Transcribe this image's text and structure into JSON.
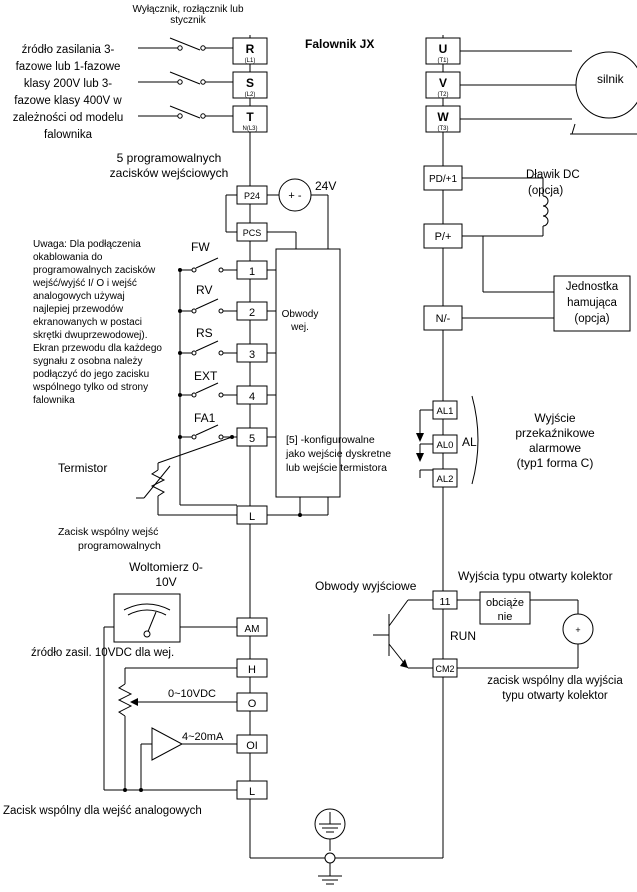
{
  "top_label": [
    "Wyłącznik, rozłącznik lub",
    "stycznik"
  ],
  "inverter_title": "Falownik JX",
  "power_source": [
    "źródło zasilania 3-",
    "fazowe lub 1-fazowe",
    "klasy 200V lub 3-",
    "fazowe klasy 400V w",
    "zależności od modelu",
    "falownika"
  ],
  "power_terminals": [
    {
      "main": "R",
      "sub": "(L1)"
    },
    {
      "main": "S",
      "sub": "(L2)"
    },
    {
      "main": "T",
      "sub": "N(L3)"
    }
  ],
  "output_terminals": [
    {
      "main": "U",
      "sub": "(T1)"
    },
    {
      "main": "V",
      "sub": "(T2)"
    },
    {
      "main": "W",
      "sub": "(T3)"
    }
  ],
  "motor": "silnik",
  "prog_inputs_label": [
    "5 programowalnych",
    "zacisków wejściowych"
  ],
  "supply_24v": "24V",
  "pm": "+ -",
  "p24": "P24",
  "pcs": "PCS",
  "input_terminals": [
    "1",
    "2",
    "3",
    "4",
    "5"
  ],
  "switch_labels": [
    "FW",
    "RV",
    "RS",
    "EXT",
    "FA1"
  ],
  "input_circuits": [
    "Obwody",
    "wej."
  ],
  "note": [
    "Uwaga: Dla podłączenia",
    "okablowania do",
    "programowalnych zacisków",
    "wejść/wyjść I/ O i wejść",
    "analogowych używaj",
    "najlepiej przewodów",
    "ekranowanych w postaci",
    "skrętki dwuprzewodowej).",
    "Ekran przewodu dla każdego",
    "sygnału z osobna należy",
    "podłączyć do jego zacisku",
    "wspólnego tylko od strony",
    "falownika"
  ],
  "term5_note": [
    "[5] -konfigurowalne",
    "jako wejście dyskretne",
    "lub wejście termistora"
  ],
  "thermistor": "Termistor",
  "input_common_terminal": "L",
  "input_common_label": [
    "Zacisk wspólny wejść",
    "programowalnych"
  ],
  "dc_choke": [
    "Dławik DC",
    "(opcja)"
  ],
  "dc_terminals": [
    "PD/+1",
    "P/+",
    "N/-"
  ],
  "braking_unit": [
    "Jednostka",
    "hamująca",
    "(opcja)"
  ],
  "relay_terminals": [
    "AL1",
    "AL0",
    "AL2"
  ],
  "relay_al": "AL",
  "relay_label": [
    "Wyjście",
    "przekaźnikowe",
    "alarmowe",
    "(typ1 forma C)"
  ],
  "voltmeter": [
    "Woltomierz 0-",
    "10V"
  ],
  "am": "AM",
  "analog_supply": "źródło zasil. 10VDC dla wej.",
  "analog_terminals": [
    "H",
    "O",
    "OI",
    "L"
  ],
  "v_range": "0~10VDC",
  "i_range": "4~20mA",
  "analog_common": "Zacisk wspólny dla wejść analogowych",
  "output_circuits": "Obwody wyjściowe",
  "oc_label": "Wyjścia typu otwarty kolektor",
  "oc_terminals": [
    "11",
    "CM2"
  ],
  "load": [
    "obciąże",
    "nie"
  ],
  "run": "RUN",
  "oc_common": [
    "zacisk wspólny dla wyjścia",
    "typu otwarty kolektor"
  ]
}
